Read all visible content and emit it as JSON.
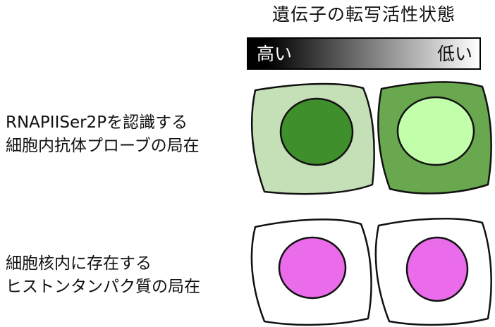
{
  "heading": "遺伝子の転写活性状態",
  "scale": {
    "high_label": "高い",
    "low_label": "低い",
    "gradient_start": "#000000",
    "gradient_end": "#ffffff"
  },
  "rows": [
    {
      "label_lines": [
        "RNAPIISer2Pを認識する",
        "細胞内抗体プローブの局在"
      ],
      "cells": [
        {
          "activity": "高い",
          "cytoplasm_color": "#c5dfb6",
          "nucleus_color": "#3f8f2c"
        },
        {
          "activity": "低い",
          "cytoplasm_color": "#6aa84f",
          "nucleus_color": "#c2ffaa"
        }
      ]
    },
    {
      "label_lines": [
        "細胞核内に存在する",
        "ヒストンタンパク質の局在"
      ],
      "cells": [
        {
          "activity": "高い",
          "cytoplasm_color": "#ffffff",
          "nucleus_color": "#ea6cea"
        },
        {
          "activity": "低い",
          "cytoplasm_color": "#ffffff",
          "nucleus_color": "#ea6cea"
        }
      ]
    }
  ]
}
